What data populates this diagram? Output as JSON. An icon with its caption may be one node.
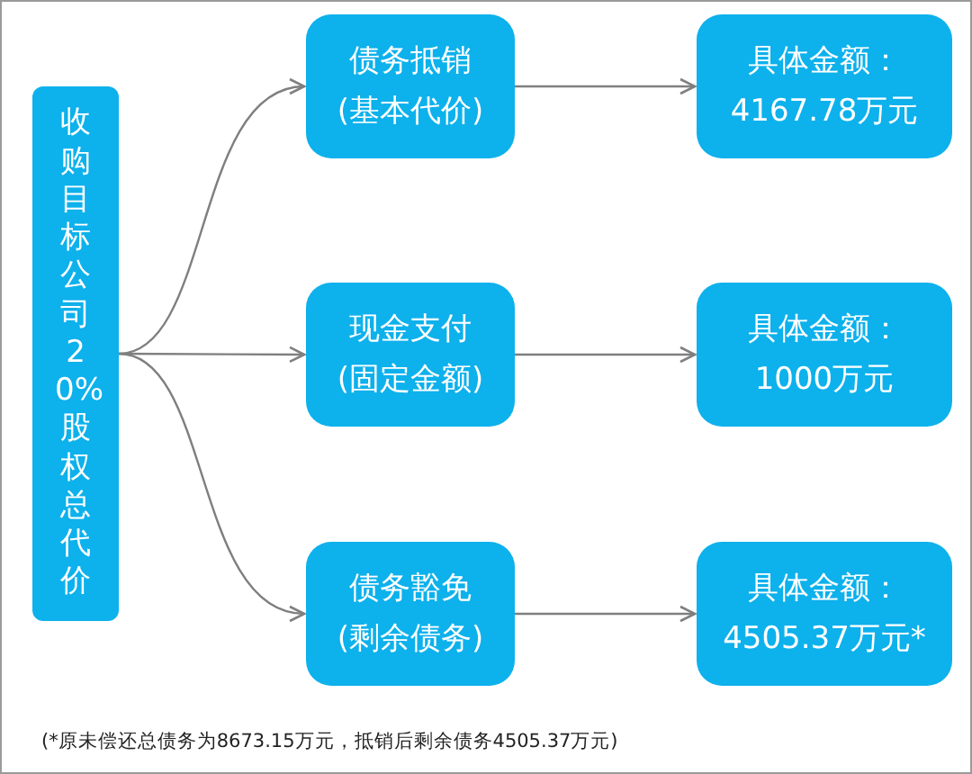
{
  "diagram": {
    "nodes": [
      {
        "text": [
          "收购目标公司20%股权总代价"
        ]
      },
      {
        "text": [
          "债务抵销",
          "(基本代价)"
        ]
      },
      {
        "text": [
          "现金支付",
          "(固定金额)"
        ]
      },
      {
        "text": [
          "债务豁免",
          "(剩余债务)"
        ]
      },
      {
        "text": [
          "具体金额：",
          "4167.78万元"
        ]
      },
      {
        "text": [
          "具体金额：",
          "1000万元"
        ]
      },
      {
        "text": [
          "具体金额：",
          "4505.37万元*"
        ]
      }
    ],
    "edges": [
      {
        "from": 0,
        "to": 1,
        "arrow": "to"
      },
      {
        "from": 0,
        "to": 2,
        "arrow": "to"
      },
      {
        "from": 0,
        "to": 3,
        "arrow": "to"
      },
      {
        "from": 1,
        "to": 4,
        "arrow": "to"
      },
      {
        "from": 2,
        "to": 5,
        "arrow": "to"
      },
      {
        "from": 3,
        "to": 6,
        "arrow": "to"
      }
    ],
    "labels": [
      "(*原未偿还总债务为8673.15万元，抵销后剩余债务4505.37万元)"
    ]
  }
}
